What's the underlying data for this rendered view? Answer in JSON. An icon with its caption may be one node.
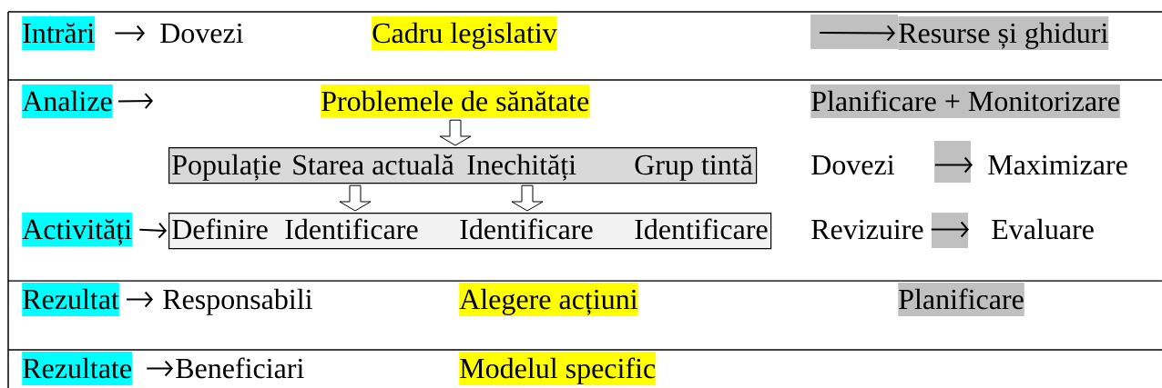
{
  "diagram": {
    "nodes": [
      {
        "text": [
          "Intrări"
        ]
      },
      {
        "text": [
          "Dovezi"
        ]
      },
      {
        "text": [
          "Cadru legislativ"
        ]
      },
      {
        "text": [
          "Resurse și ghiduri"
        ]
      },
      {
        "text": [
          "Analize"
        ]
      },
      {
        "text": [
          "Problemele de sănătate"
        ]
      },
      {
        "text": [
          "Planificare + Monitorizare"
        ]
      },
      {
        "text": [
          "Populație",
          "Starea actuală",
          "Inechități",
          "Grup tintă"
        ]
      },
      {
        "text": [
          "Dovezi"
        ]
      },
      {
        "text": [
          "Maximizare"
        ]
      },
      {
        "text": [
          "Activități"
        ]
      },
      {
        "text": [
          "Definire",
          "Identificare",
          "Identificare",
          "Identificare"
        ]
      },
      {
        "text": [
          "Revizuire"
        ]
      },
      {
        "text": [
          "Evaluare"
        ]
      },
      {
        "text": [
          "Rezultat"
        ]
      },
      {
        "text": [
          "Responsabili"
        ]
      },
      {
        "text": [
          "Alegere acțiuni"
        ]
      },
      {
        "text": [
          "Planificare"
        ]
      },
      {
        "text": [
          "Rezultate"
        ]
      },
      {
        "text": [
          "Beneficiari"
        ]
      },
      {
        "text": [
          "Modelul specific"
        ]
      }
    ],
    "edges": [
      {
        "from": 0,
        "to": 1,
        "arrow": "to"
      },
      {
        "from": null,
        "to": 3,
        "arrow": "to"
      },
      {
        "from": 4,
        "to": null,
        "arrow": "to"
      },
      {
        "from": 5,
        "to": 7,
        "arrow": "to"
      },
      {
        "from": 8,
        "to": 9,
        "arrow": "to"
      },
      {
        "from": 10,
        "to": 11,
        "arrow": "to"
      },
      {
        "from": 7,
        "to": 11,
        "arrow": "to"
      },
      {
        "from": 7,
        "to": 11,
        "arrow": "to"
      },
      {
        "from": 12,
        "to": 13,
        "arrow": "to"
      },
      {
        "from": 14,
        "to": 15,
        "arrow": "to"
      },
      {
        "from": 18,
        "to": 19,
        "arrow": "to"
      }
    ]
  }
}
